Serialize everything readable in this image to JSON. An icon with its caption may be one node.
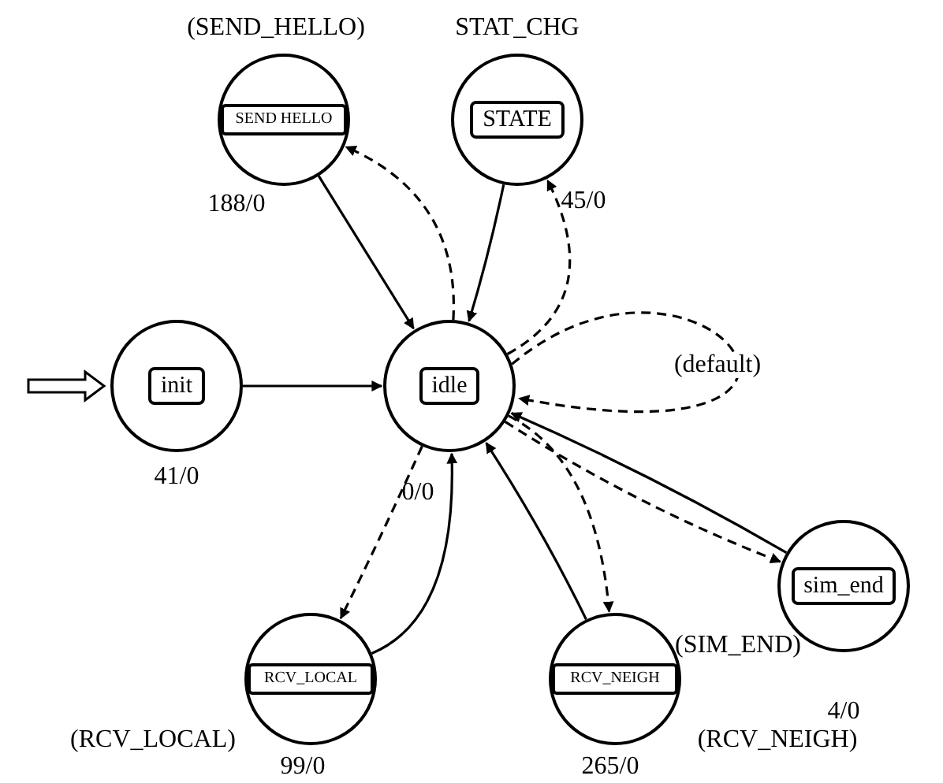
{
  "diagram": {
    "nodes": [
      {
        "text": [
          "init"
        ],
        "beside": [
          "41/0"
        ]
      },
      {
        "text": [
          "idle"
        ],
        "beside": [
          "0/0"
        ]
      },
      {
        "text": [
          "SEND HELLO"
        ],
        "beside": [
          "(SEND_HELLO)",
          "188/0"
        ]
      },
      {
        "text": [
          "STATE"
        ],
        "beside": [
          "STAT_CHG",
          "45/0"
        ]
      },
      {
        "text": [
          "sim_end"
        ],
        "beside": [
          "(SIM_END)",
          "4/0"
        ]
      },
      {
        "text": [
          "RCV_LOCAL"
        ],
        "beside": [
          "(RCV_LOCAL)",
          "99/0"
        ]
      },
      {
        "text": [
          "RCV_NEIGH"
        ],
        "beside": [
          "(RCV_NEIGH)",
          "265/0"
        ]
      }
    ],
    "edges": [
      {
        "from": null,
        "to": 0,
        "arrow": "to",
        "style": "thick"
      },
      {
        "from": 0,
        "to": 1,
        "arrow": "to"
      },
      {
        "from": 1,
        "to": 2,
        "arrow": "to",
        "style": "dashed"
      },
      {
        "from": 2,
        "to": 1,
        "arrow": "to"
      },
      {
        "from": 3,
        "to": 1,
        "arrow": "to"
      },
      {
        "from": 1,
        "to": 3,
        "arrow": "to",
        "style": "dashed"
      },
      {
        "from": 1,
        "to": 1,
        "arrow": "to",
        "style": "dashed",
        "label": "(default)"
      },
      {
        "from": 4,
        "to": 1,
        "arrow": "to"
      },
      {
        "from": 1,
        "to": 4,
        "arrow": "to",
        "style": "dashed"
      },
      {
        "from": 1,
        "to": 5,
        "arrow": "to",
        "style": "dashed"
      },
      {
        "from": 5,
        "to": 1,
        "arrow": "to"
      },
      {
        "from": 6,
        "to": 1,
        "arrow": "to"
      },
      {
        "from": 1,
        "to": 6,
        "arrow": "to",
        "style": "dashed"
      }
    ]
  }
}
